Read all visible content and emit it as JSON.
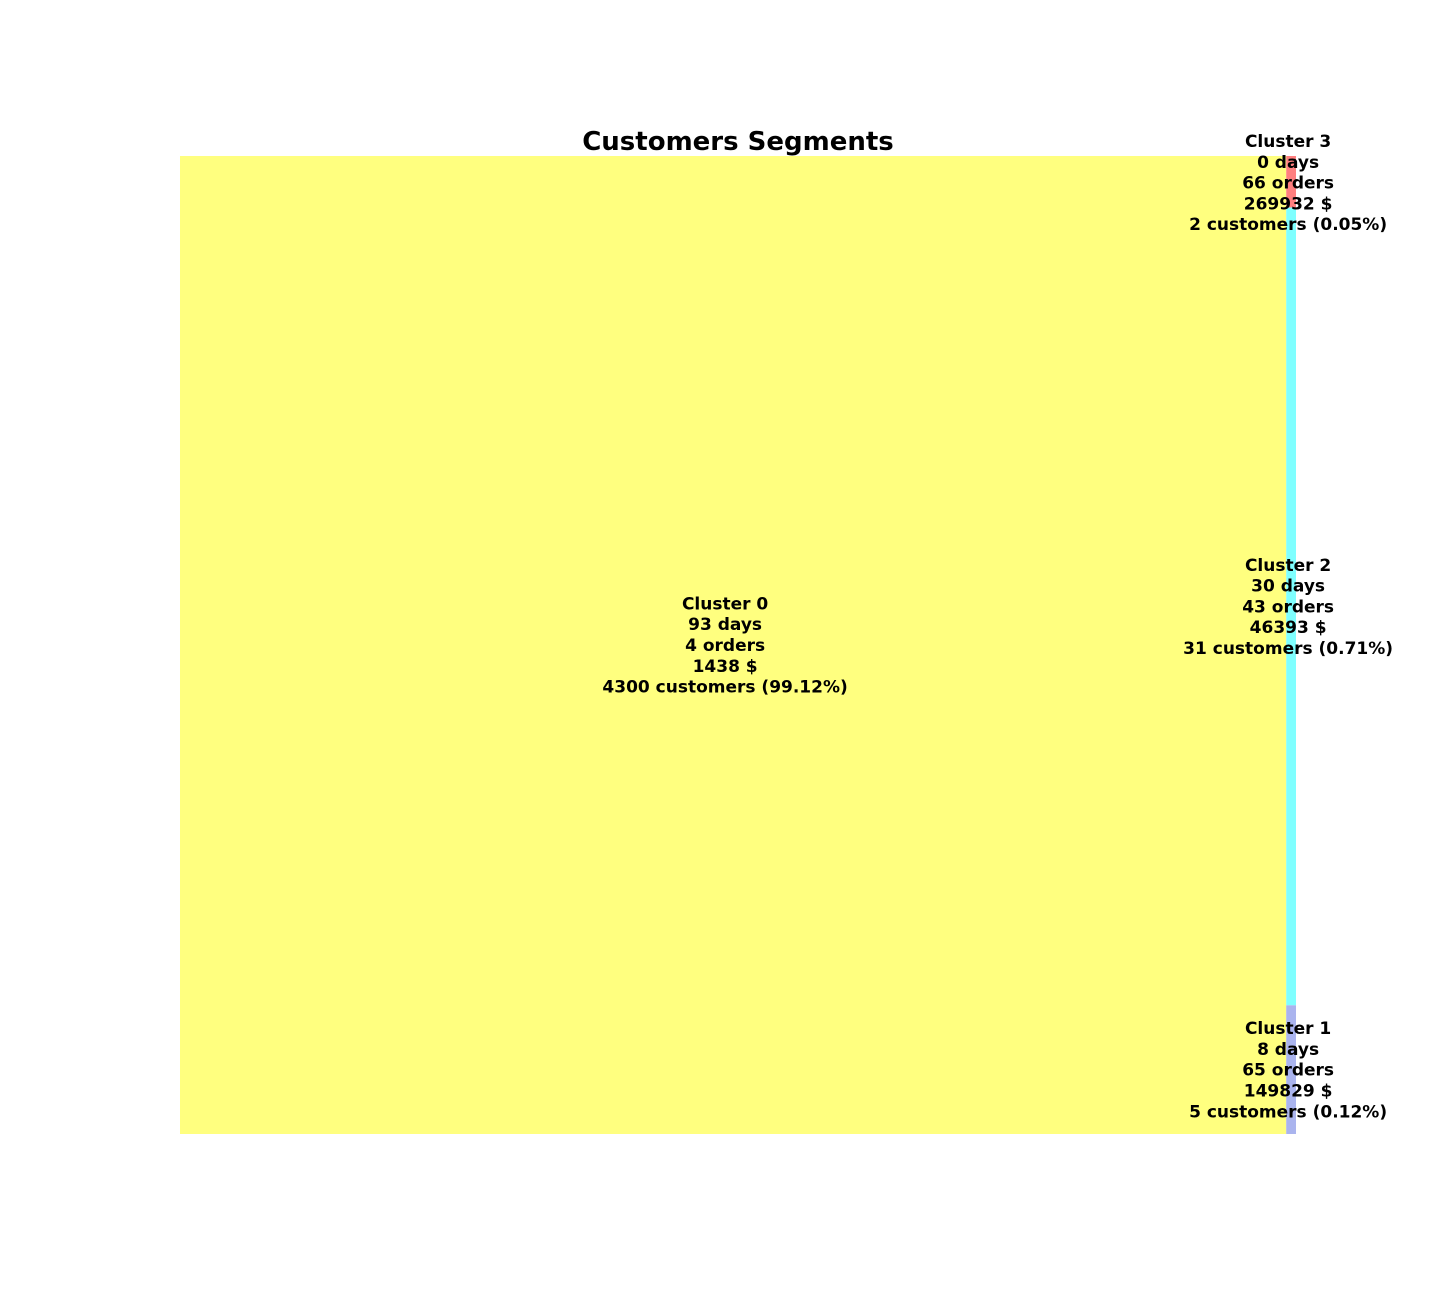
{
  "chart_data": {
    "type": "treemap",
    "title": "Customers Segments",
    "nodes": [
      {
        "name": "Cluster 0",
        "size": 4300,
        "color": "#ffff7f",
        "lines": [
          "Cluster 0",
          "93 days",
          "4 orders",
          "1438 $",
          "4300 customers (99.12%)"
        ]
      },
      {
        "name": "Cluster 1",
        "size": 5,
        "color": "#aab4ee",
        "lines": [
          "Cluster 1",
          "8 days",
          "65 orders",
          "149829 $",
          "5 customers (0.12%)"
        ]
      },
      {
        "name": "Cluster 2",
        "size": 31,
        "color": "#7fffff",
        "lines": [
          "Cluster 2",
          "30 days",
          "43 orders",
          "46393 $",
          "31 customers (0.71%)"
        ]
      },
      {
        "name": "Cluster 3",
        "size": 2,
        "color": "#ff7f7f",
        "lines": [
          "Cluster 3",
          "0 days",
          "66 orders",
          "269932 $",
          "2 customers (0.05%)"
        ]
      }
    ]
  }
}
